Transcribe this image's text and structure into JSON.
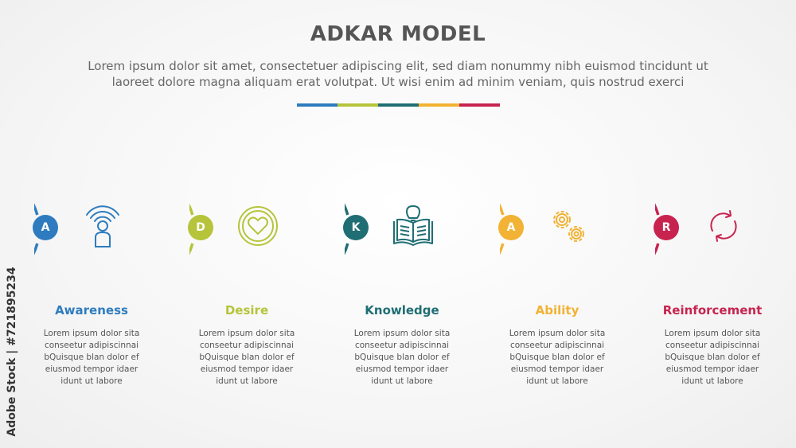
{
  "title": "ADKAR MODEL",
  "subtitle": "Lorem ipsum dolor sit amet, consectetuer adipiscing elit, sed diam nonummy nibh euismod tincidunt ut laoreet dolore magna aliquam erat volutpat. Ut wisi enim ad minim veniam, quis nostrud exerci",
  "divider_colors": [
    "#2e7cbf",
    "#b5c43a",
    "#1f6e73",
    "#f2b233",
    "#c8234f"
  ],
  "steps": [
    {
      "letter": "A",
      "title": "Awareness",
      "color": "#2e7cbf",
      "icon": "person-broadcast-icon",
      "description": "Lorem ipsum dolor sita conseetur adipiscinnai bQuisque blan dolor ef eiusmod tempor idaer idunt ut labore"
    },
    {
      "letter": "D",
      "title": "Desire",
      "color": "#b5c43a",
      "icon": "heart-coin-icon",
      "description": "Lorem ipsum dolor sita conseetur adipiscinnai bQuisque blan dolor ef eiusmod tempor idaer idunt ut labore"
    },
    {
      "letter": "K",
      "title": "Knowledge",
      "color": "#1f6e73",
      "icon": "book-lightbulb-icon",
      "description": "Lorem ipsum dolor sita conseetur adipiscinnai bQuisque blan dolor ef eiusmod tempor idaer idunt ut labore"
    },
    {
      "letter": "A",
      "title": "Ability",
      "color": "#f2b233",
      "icon": "gears-icon",
      "description": "Lorem ipsum dolor sita conseetur adipiscinnai bQuisque blan dolor ef eiusmod tempor idaer idunt ut labore"
    },
    {
      "letter": "R",
      "title": "Reinforcement",
      "color": "#c8234f",
      "icon": "refresh-cycle-icon",
      "description": "Lorem ipsum dolor sita conseetur adipiscinnai bQuisque blan dolor ef eiusmod tempor idaer idunt ut labore"
    }
  ],
  "credit": "Adobe Stock | #721895234"
}
